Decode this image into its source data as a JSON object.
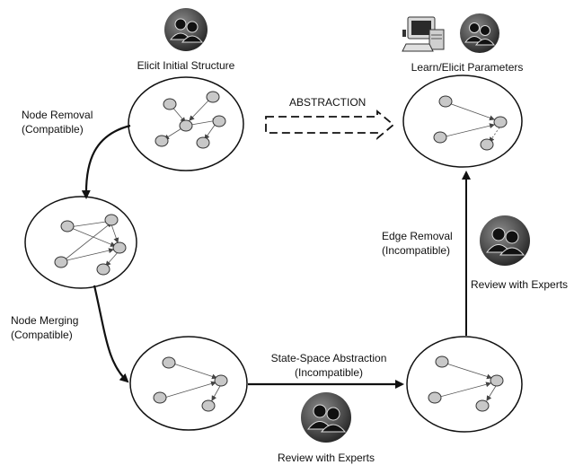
{
  "labels": {
    "elicit_structure": "Elicit Initial Structure",
    "learn_params": "Learn/Elicit Parameters",
    "abstraction": "ABSTRACTION",
    "node_removal_line1": "Node Removal",
    "node_removal_line2": "(Compatible)",
    "node_merging_line1": "Node Merging",
    "node_merging_line2": "(Compatible)",
    "state_space_line1": "State-Space Abstraction",
    "state_space_line2": "(Incompatible)",
    "edge_removal_line1": "Edge Removal",
    "edge_removal_line2": "(Incompatible)",
    "review_experts_right": "Review with Experts",
    "review_experts_bottom": "Review with Experts"
  },
  "icons": {
    "experts_icon": "users-group-icon",
    "computer_icon": "computer-icon"
  },
  "colors": {
    "node_fill": "#c8c8c8",
    "stroke": "#111111",
    "icon_dark": "#3a3a3a"
  }
}
